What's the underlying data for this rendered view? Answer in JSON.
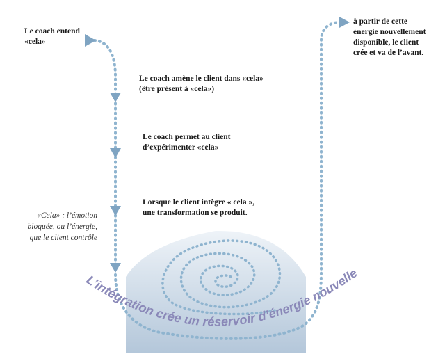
{
  "steps": {
    "start": "Le coach entend\n«cela»",
    "step1": "Le coach amène le client dans «cela»\n(être présent à «cela»)",
    "step2": "Le coach permet au client\nd’expérimenter «cela»",
    "step3": "Lorsque le client intègre « cela »,\nune transformation se produit.",
    "end": "à partir de cette\nénergie nouvellement\ndisponible, le client\ncrée et va de l’avant."
  },
  "note": "«Cela» : l’émotion\nbloquée, ou l’énergie,\nque le client contrôle",
  "curved_caption": "L’intégration crée un réservoir d’énergie nouvelle",
  "colors": {
    "dots": "#8fb4cf",
    "arrow": "#7fa4c2",
    "caption": "#8a88b8",
    "dome_top": "#eef3f8",
    "dome_bottom": "#b7c9dc",
    "text": "#1a1a1a"
  }
}
